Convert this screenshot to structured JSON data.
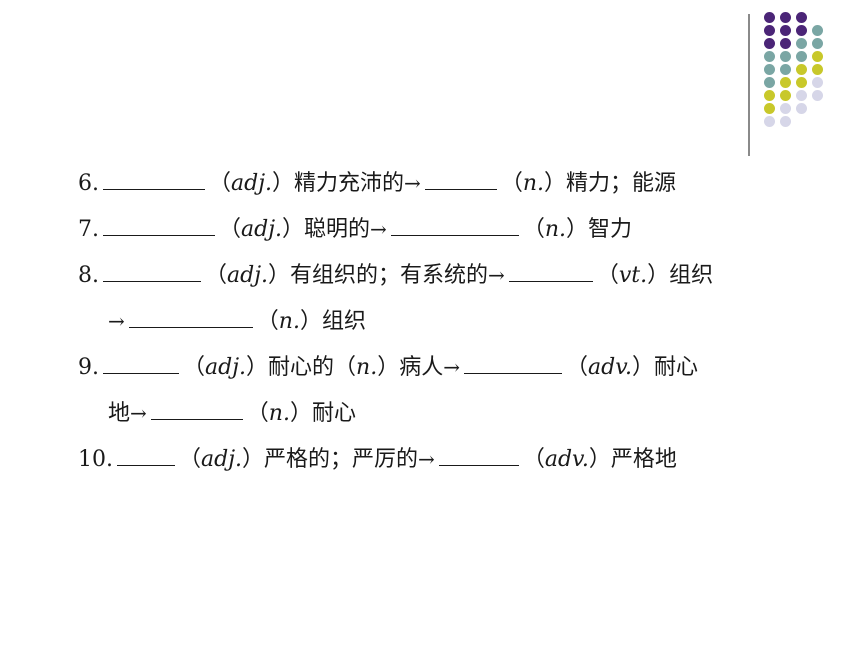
{
  "palette": {
    "purple": "#4b2577",
    "teal": "#7aa6a4",
    "yellow": "#c8c82a",
    "lavender": "#d6d6e8"
  },
  "items": [
    {
      "lines": [
        [
          {
            "t": "text",
            "v": "6."
          },
          {
            "t": "blank",
            "w": 102
          },
          {
            "t": "text",
            "v": "（"
          },
          {
            "t": "pos",
            "v": "adj."
          },
          {
            "t": "text",
            "v": "）精力充沛的"
          },
          {
            "t": "arrow",
            "v": "→"
          },
          {
            "t": "blank",
            "w": 72
          },
          {
            "t": "text",
            "v": "（"
          },
          {
            "t": "pos",
            "v": "n."
          },
          {
            "t": "text",
            "v": "）精力；能源"
          }
        ]
      ]
    },
    {
      "lines": [
        [
          {
            "t": "text",
            "v": "7."
          },
          {
            "t": "blank",
            "w": 112
          },
          {
            "t": "text",
            "v": "（"
          },
          {
            "t": "pos",
            "v": "adj."
          },
          {
            "t": "text",
            "v": "）聪明的"
          },
          {
            "t": "arrow",
            "v": "→"
          },
          {
            "t": "blank",
            "w": 128
          },
          {
            "t": "text",
            "v": "（"
          },
          {
            "t": "pos",
            "v": "n."
          },
          {
            "t": "text",
            "v": "）智力"
          }
        ]
      ]
    },
    {
      "lines": [
        [
          {
            "t": "text",
            "v": "8."
          },
          {
            "t": "blank",
            "w": 98
          },
          {
            "t": "text",
            "v": "（"
          },
          {
            "t": "pos",
            "v": "adj."
          },
          {
            "t": "text",
            "v": "）有组织的；有系统的"
          },
          {
            "t": "arrow",
            "v": "→"
          },
          {
            "t": "blank",
            "w": 84
          },
          {
            "t": "text",
            "v": "（"
          },
          {
            "t": "pos",
            "v": "vt."
          },
          {
            "t": "text",
            "v": "）组织"
          }
        ],
        [
          {
            "t": "arrow",
            "v": "→"
          },
          {
            "t": "blank",
            "w": 124
          },
          {
            "t": "text",
            "v": "（"
          },
          {
            "t": "pos",
            "v": "n."
          },
          {
            "t": "text",
            "v": "）组织"
          }
        ]
      ]
    },
    {
      "lines": [
        [
          {
            "t": "text",
            "v": "9."
          },
          {
            "t": "blank",
            "w": 76
          },
          {
            "t": "text",
            "v": "（"
          },
          {
            "t": "pos",
            "v": "adj."
          },
          {
            "t": "text",
            "v": "）耐心的（"
          },
          {
            "t": "pos",
            "v": "n."
          },
          {
            "t": "text",
            "v": "）病人"
          },
          {
            "t": "arrow",
            "v": "→"
          },
          {
            "t": "blank",
            "w": 98
          },
          {
            "t": "text",
            "v": "（"
          },
          {
            "t": "pos",
            "v": "adv."
          },
          {
            "t": "text",
            "v": "）耐心"
          }
        ],
        [
          {
            "t": "text",
            "v": "地"
          },
          {
            "t": "arrow",
            "v": "→"
          },
          {
            "t": "blank",
            "w": 92
          },
          {
            "t": "text",
            "v": "（"
          },
          {
            "t": "pos",
            "v": "n."
          },
          {
            "t": "text",
            "v": "）耐心"
          }
        ]
      ]
    },
    {
      "lines": [
        [
          {
            "t": "text",
            "v": "10."
          },
          {
            "t": "blank",
            "w": 58
          },
          {
            "t": "text",
            "v": "（"
          },
          {
            "t": "pos",
            "v": "adj."
          },
          {
            "t": "text",
            "v": "）严格的；严厉的"
          },
          {
            "t": "arrow",
            "v": "→"
          },
          {
            "t": "blank",
            "w": 80
          },
          {
            "t": "text",
            "v": "（"
          },
          {
            "t": "pos",
            "v": "adv."
          },
          {
            "t": "text",
            "v": "）严格地"
          }
        ]
      ]
    }
  ]
}
